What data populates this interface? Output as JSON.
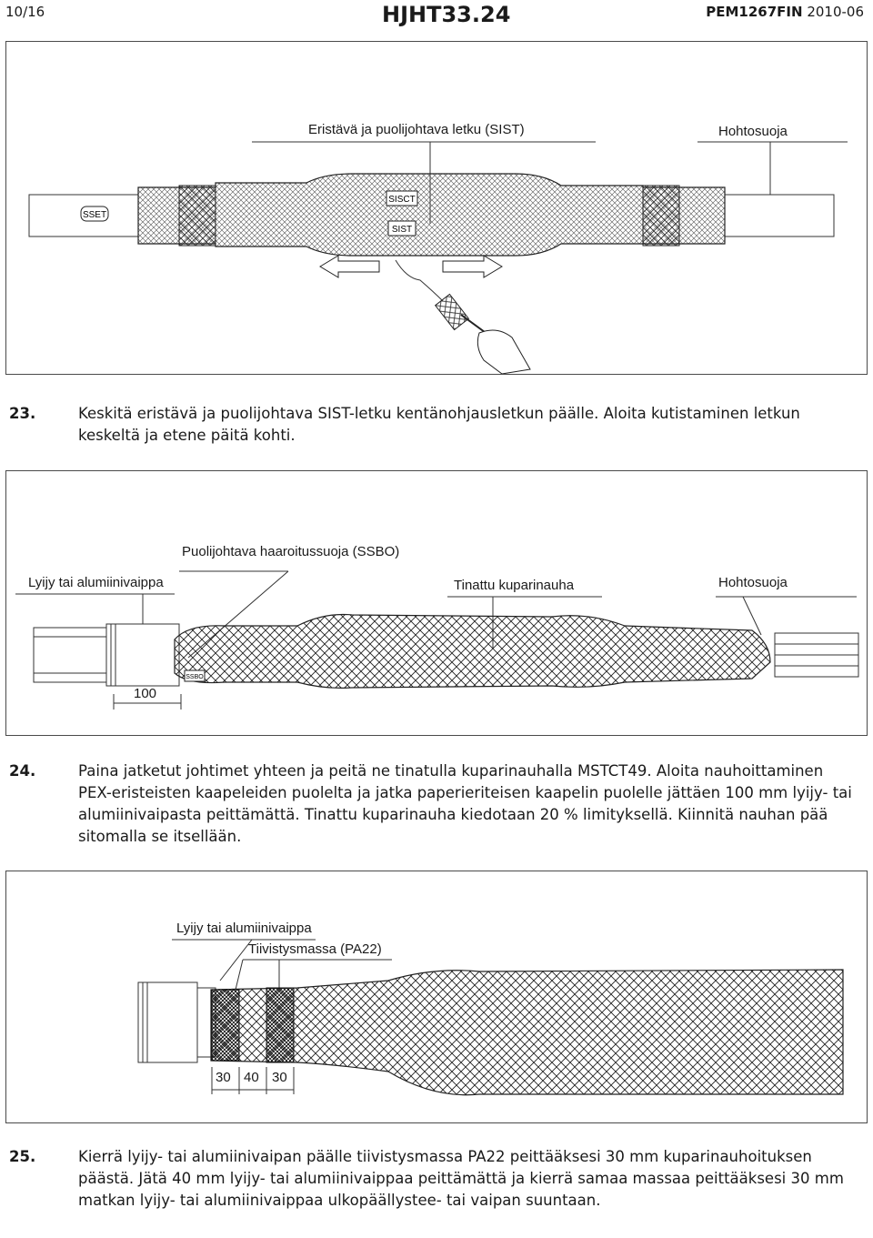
{
  "header": {
    "page": "10/16",
    "title": "HJHT33.24",
    "doc_code": "PEM1267FIN",
    "doc_date": "2010-06"
  },
  "figure1": {
    "label_top": "Eristävä ja puolijohtava letku (SIST)",
    "label_right": "Hohtosuoja",
    "tag_sset": "SSET",
    "tag_sisct": "SISCT",
    "tag_sist": "SIST"
  },
  "step23": {
    "number": "23.",
    "text": "Keskitä eristävä ja puolijohtava SIST-letku kentänohjausletkun päälle. Aloita kutistaminen letkun keskeltä ja etene päitä kohti."
  },
  "figure2": {
    "label_sheath": "Lyijy tai alumiinivaippa",
    "label_ssbo": "Puolijohtava haaroitussuoja (SSBO)",
    "label_tape": "Tinattu kuparinauha",
    "label_screen": "Hohtosuoja",
    "tag_ssbo": "SSBO",
    "dimension": "100"
  },
  "step24": {
    "number": "24.",
    "text": "Paina jatketut johtimet yhteen ja peitä ne tinatulla kuparinauhalla MSTCT49. Aloita nauhoittaminen PEX-eristeisten kaapeleiden puolelta ja jatka paperieriteisen kaapelin puolelle jättäen 100 mm lyijy- tai alumiinivaipasta peittämättä. Tinattu kuparinauha kiedotaan 20 % limityksellä. Kiinnitä nauhan pää sitomalla se itsellään."
  },
  "figure3": {
    "label_sheath": "Lyijy tai alumiinivaippa",
    "label_mastic": "Tiivistysmassa (PA22)",
    "dim_a": "30",
    "dim_b": "40",
    "dim_c": "30"
  },
  "step25": {
    "number": "25.",
    "text": "Kierrä lyijy- tai alumiinivaipan päälle tiivistysmassa PA22 peittääksesi 30 mm kuparinauhoituksen päästä. Jätä 40 mm lyijy- tai alumiinivaippaa peittämättä ja kierrä samaa massaa peittääksesi 30 mm matkan lyijy- tai alumiinivaippaa ulkopäällystee- tai vaipan suuntaan."
  }
}
